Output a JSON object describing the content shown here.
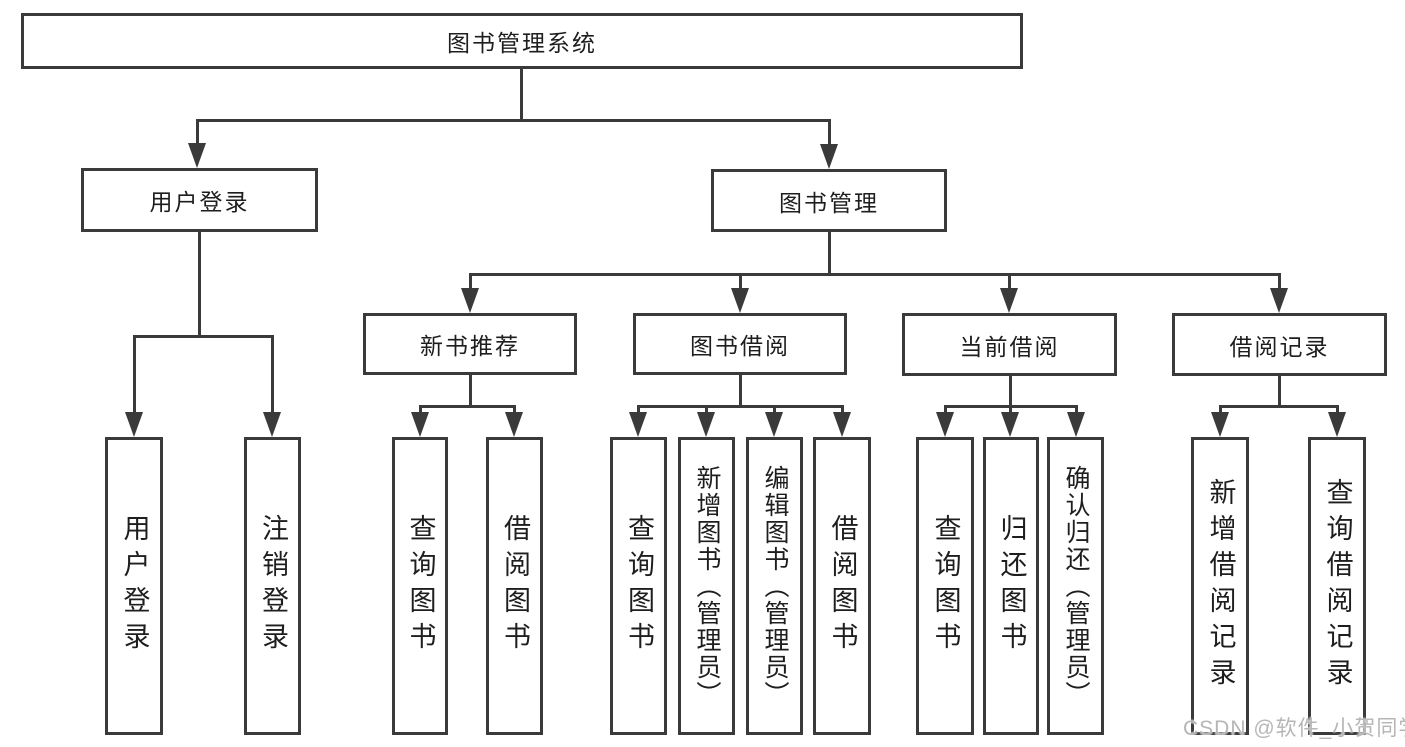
{
  "colors": {
    "background": "#ffffff",
    "line": "#3a3a3a",
    "box_border": "#3a3a3a",
    "text": "#1e1e1e",
    "watermark": "#b6b6b6"
  },
  "diagram": {
    "root": {
      "label": "图书管理系统"
    },
    "level2": [
      {
        "label": "用户登录",
        "parent": "图书管理系统"
      },
      {
        "label": "图书管理",
        "parent": "图书管理系统"
      }
    ],
    "level3": [
      {
        "label": "新书推荐",
        "parent": "图书管理"
      },
      {
        "label": "图书借阅",
        "parent": "图书管理"
      },
      {
        "label": "当前借阅",
        "parent": "图书管理"
      },
      {
        "label": "借阅记录",
        "parent": "图书管理"
      }
    ],
    "leaves": [
      {
        "label": "用户登录",
        "parent": "用户登录"
      },
      {
        "label": "注销登录",
        "parent": "用户登录"
      },
      {
        "label": "查询图书",
        "parent": "新书推荐"
      },
      {
        "label": "借阅图书",
        "parent": "新书推荐"
      },
      {
        "label": "查询图书",
        "parent": "图书借阅"
      },
      {
        "label": "新增图书（管理员）",
        "parent": "图书借阅"
      },
      {
        "label": "编辑图书（管理员）",
        "parent": "图书借阅"
      },
      {
        "label": "借阅图书",
        "parent": "图书借阅"
      },
      {
        "label": "查询图书",
        "parent": "当前借阅"
      },
      {
        "label": "归还图书",
        "parent": "当前借阅"
      },
      {
        "label": "确认归还（管理员）",
        "parent": "当前借阅"
      },
      {
        "label": "新增借阅记录",
        "parent": "借阅记录"
      },
      {
        "label": "查询借阅记录",
        "parent": "借阅记录"
      }
    ]
  },
  "watermark": {
    "text": "CSDN @软件_小贺同学"
  }
}
